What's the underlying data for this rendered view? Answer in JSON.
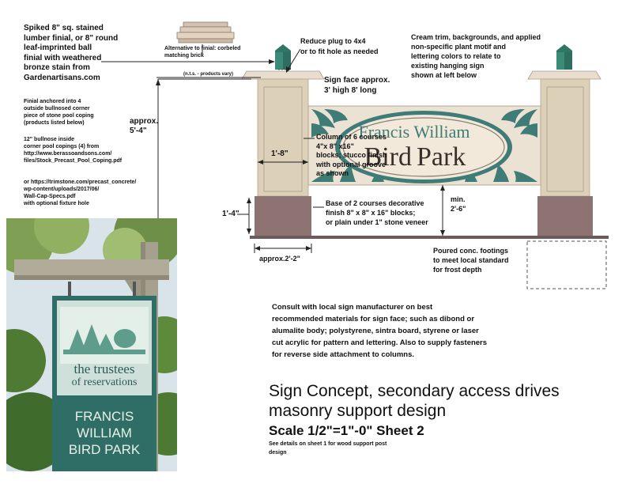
{
  "notes": {
    "finial": "Spiked 8\" sq. stained\nlumber finial, or 8\" round\nleaf-imprinted ball\nfinial with weathered\nbronze stain from\nGardenartisans.com",
    "finial_anchor": "Finial anchored into 4\noutside bullnosed corner\npiece of stone pool coping\n(products listed below)",
    "bullnoses": "12\" bullnose inside\ncorner pool copings (4) from\nhttp://www.berassoandsons.com/\nfiles/Stock_Precast_Pool_Coping.pdf",
    "alt_link": "or https://trimstone.com/precast_concrete/\nwp-content/uploads/2017/06/\nWall-Cap-Specs.pdf\nwith optional fixture hole",
    "corbel": "Alternative to finial: corbeled\nmatching brick",
    "reduce_plug": "Reduce plug to 4x4\nor to fit hole as needed",
    "cream_trim": "Cream trim, backgrounds, and applied\nnon-specific plant motif  and\nlettering colors to relate to\nexisting hanging sign\nshown at left below",
    "nts": "(n.t.s. - products vary)",
    "sign_face": "Sign face approx.\n3' high 8' long",
    "column": "Column of  6 courses\n4\"x 8\" x16\"\nblocks; stucco finish\nwith optional groove\nas shown",
    "base": "Base of  2 courses decorative\nfinish 8\" x 8\" x 16\" blocks;\nor plain under 1\" stone veneer",
    "footings": "Poured conc. footings\nto meet local standard\nfor frost depth",
    "consult": "Consult with local sign manufacturer on best\nrecommended materials for sign face; such as dibond or\nalumalite body; polystyrene, sintra board, styrene or laser\ncut acrylic for pattern and lettering. Also to supply fasteners\nfor reverse side attachment to columns.",
    "see_details": "See details on sheet 1 for wood support post\ndesign"
  },
  "dimensions": {
    "height": "approx.\n5'-4\"",
    "column_width": "1'-8\"",
    "base_height": "1'-4\"",
    "base_width": "approx.2'-2\"",
    "min_height": "min.\n2'-6\""
  },
  "sign": {
    "line1": "Francis William",
    "line2": "Bird",
    "line3": "Park"
  },
  "photo_sign": {
    "org_line1": "the trustees",
    "org_line2": "of reservations",
    "name_line1": "FRANCIS",
    "name_line2": "WILLIAM",
    "name_line3": "BIRD PARK"
  },
  "titleblock": {
    "title_line1": "Sign Concept, secondary access drives",
    "title_line2": "masonry support design",
    "scale": "Scale 1/2\"=1\"-0\" Sheet 2"
  },
  "colors": {
    "teal": "#3f7c78",
    "cream": "#e8dcc8",
    "stucco": "#d9ccb5",
    "base": "#8d7372",
    "finial": "#3c8a78",
    "ground": "#6b5c5b"
  }
}
